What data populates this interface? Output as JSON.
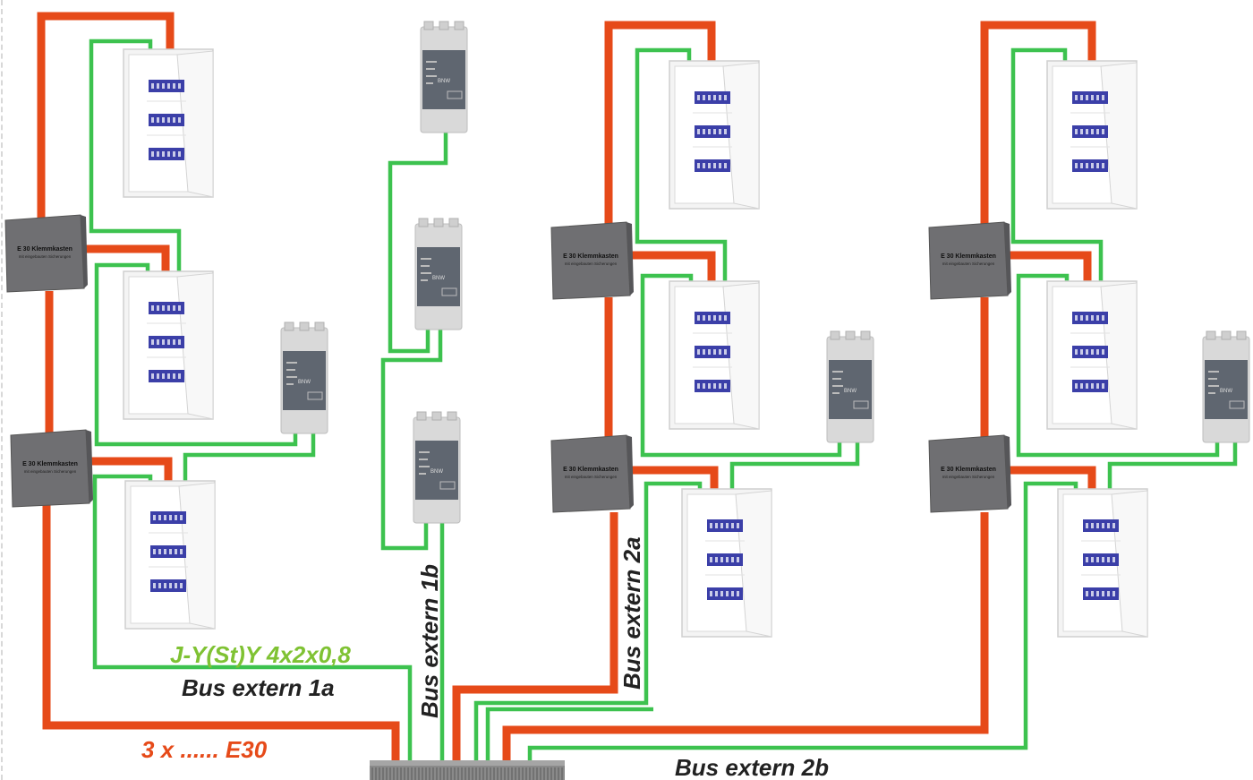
{
  "labels": {
    "cable_type": "J-Y(St)Y 4x2x0,8",
    "bus_1a": "Bus extern 1a",
    "bus_1b": "Bus extern 1b",
    "bus_2a": "Bus extern 2a",
    "bus_2b": "Bus extern 2b",
    "e30_cables": "3 x ...... E30"
  },
  "junction_box": {
    "title": "E 30 Klemmkasten",
    "subtitle": "mit eingebauten Sicherungen"
  },
  "line_coupler": {
    "name": "BNW"
  },
  "colors": {
    "e30_wire": "#e64a19",
    "bus_wire": "#3dc24f",
    "cabinet_row": "#3b3fa8",
    "junction_box": "#6f6f72"
  },
  "icons": {
    "distribution_cabinet": "electrical-distribution-cabinet-icon",
    "junction_box": "e30-junction-box-icon",
    "line_coupler": "knx-line-coupler-icon",
    "terminal_strip": "terminal-strip-icon"
  }
}
